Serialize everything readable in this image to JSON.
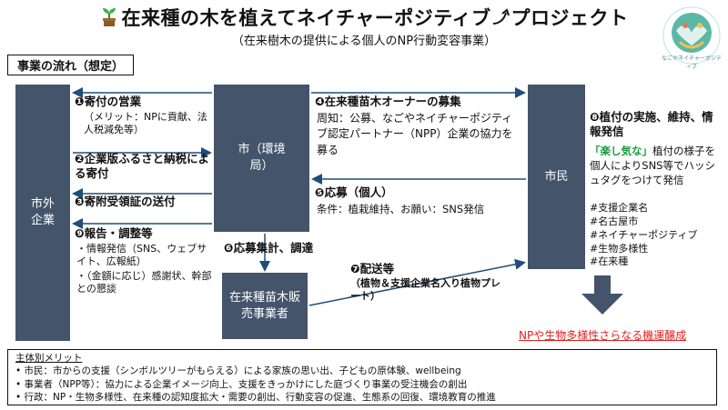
{
  "header": {
    "title": "在来種の木を植えてネイチャーポジティブ",
    "title_suffix": "プロジェクト",
    "subtitle": "（在来樹木の提供による個人のNP行動変容事業）",
    "logo_text": "なごやネイチャーポジティブ"
  },
  "flow_label": "事業の流れ（想定）",
  "boxes": {
    "outside": "市外企業",
    "city": "市（環境局）",
    "citizen": "市民",
    "seller": "在来種苗木販売事業者"
  },
  "steps": {
    "s1_title": "❶寄付の営業",
    "s1_note": "（メリット：NPに貢献、法人税減免等）",
    "s2_title": "❷企業版ふるさと納税による寄付",
    "s3_title": "❸寄附受領証の送付",
    "s9_title": "❾報告・調整等",
    "s9_note1": "・情報発信（SNS、ウェブサイト、広報紙）",
    "s9_note2": "・（金額に応じ）感謝状、幹部との懇談",
    "s4_title": "❹在来種苗木オーナーの募集",
    "s4_note": "周知：公募、なごやネイチャーポジティブ認定パートナー（NPP）企業の協力を募る",
    "s5_title": "❺応募（個人）",
    "s5_note": "条件：植栽維持、お願い：SNS発信",
    "s6_title": "❻応募集計、調達",
    "s7_title": "❼配送等",
    "s7_note": "（植物＆支援企業名入り植物プレート）",
    "s8_title": "❽植付の実施、維持、情報発信",
    "s8_highlight": "「楽し気な」",
    "s8_text": "植付の様子を個人によりSNS等でハッシュタグをつけて発信",
    "s8_tags": [
      "#支援企業名",
      "#名古屋市",
      "#ネイチャーポジティブ",
      "#生物多様性",
      "#在来種"
    ]
  },
  "opportunity": "NPや生物多様性さらなる機運醸成",
  "merits": {
    "heading": "主体別メリット",
    "items": [
      "市民：市からの支援（シンボルツリーがもらえる）による家族の思い出、子どもの原体験、wellbeing",
      "事業者（NPP等）：協力による企業イメージ向上、支援をきっかけにした庭づくり事業の受注機会の創出",
      "行政：NP・生物多様性、在来種の認知度拡大・需要の創出、行動変容の促進、生態系の回復、環境教育の推進"
    ]
  },
  "colors": {
    "box": "#44546a",
    "arrow": "#1f4e79",
    "highlight": "#1a9c3c",
    "accent": "#e02020"
  }
}
